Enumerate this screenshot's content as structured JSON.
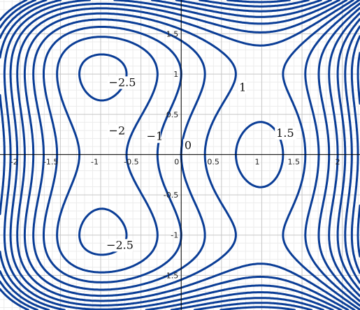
{
  "chart_data": {
    "type": "contour",
    "title": "",
    "xlabel": "",
    "ylabel": "",
    "xlim": [
      -2.25,
      2.22
    ],
    "ylim": [
      -1.93,
      1.92
    ],
    "function": "contours of a function with saddle points at (-1, 0), (1, 1) and (1, -1); minima near (-1, 1.0) and (-1, -1.0); a local minimum near (1, 0)",
    "x_ticks": [
      {
        "value": -2,
        "label": "-2"
      },
      {
        "value": -1.5,
        "label": "-1.5"
      },
      {
        "value": -1,
        "label": "-1"
      },
      {
        "value": -0.5,
        "label": "-0.5"
      },
      {
        "value": 0,
        "label": "0"
      },
      {
        "value": 0.5,
        "label": "0.5"
      },
      {
        "value": 1,
        "label": "1"
      },
      {
        "value": 1.5,
        "label": "1.5"
      },
      {
        "value": 2,
        "label": "2"
      }
    ],
    "y_ticks": [
      {
        "value": 1.5,
        "label": "1.5"
      },
      {
        "value": 1,
        "label": "1"
      },
      {
        "value": 0.5,
        "label": "0.5"
      },
      {
        "value": -0.5,
        "label": "-0.5"
      },
      {
        "value": -1,
        "label": "-1"
      },
      {
        "value": -1.5,
        "label": "-1.5"
      }
    ],
    "contour_labels": [
      {
        "text": "−2.5",
        "x": -0.9,
        "y": 0.85
      },
      {
        "text": "−2",
        "x": -0.9,
        "y": 0.25
      },
      {
        "text": "−1",
        "x": -0.43,
        "y": 0.18
      },
      {
        "text": "0",
        "x": 0.04,
        "y": 0.07
      },
      {
        "text": "1",
        "x": 0.72,
        "y": 0.79
      },
      {
        "text": "1.5",
        "x": 1.18,
        "y": 0.22
      },
      {
        "text": "−2.5",
        "x": -0.93,
        "y": -1.17
      }
    ],
    "grid": true,
    "minor_grid": true
  },
  "colors": {
    "contour": "#0a3d96",
    "major_grid": "#c7c7c7",
    "minor_grid": "#ececec",
    "axis": "#000000"
  }
}
